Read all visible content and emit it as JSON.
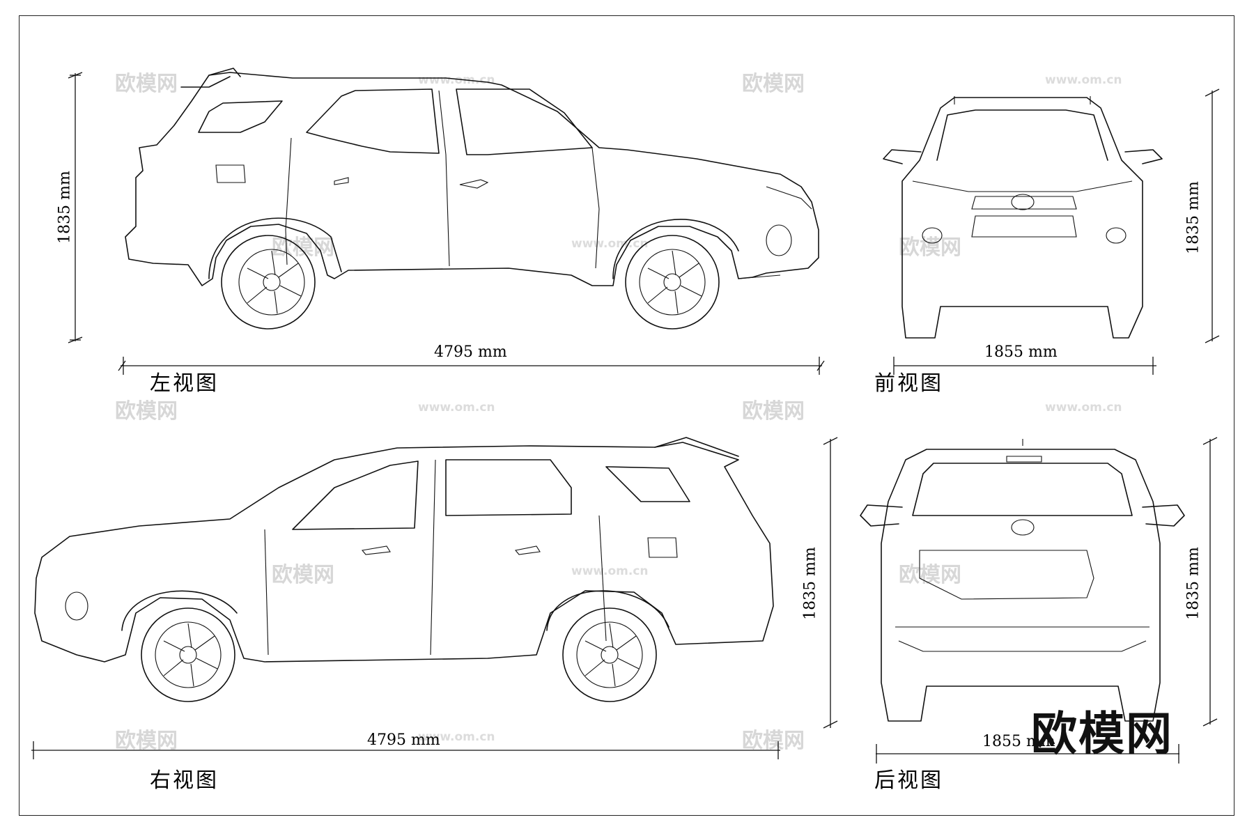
{
  "views": {
    "left": {
      "label": "左视图",
      "width_dim": "4795 mm",
      "height_dim": "1835 mm"
    },
    "front": {
      "label": "前视图",
      "width_dim": "1855 mm",
      "height_dim": "1835 mm"
    },
    "right": {
      "label": "右视图",
      "width_dim": "4795 mm",
      "height_dim": "1835 mm"
    },
    "rear": {
      "label": "后视图",
      "width_dim": "1855 mm",
      "height_dim": "1835 mm"
    }
  },
  "watermark": {
    "text": "欧模网",
    "url": "www.om.cn"
  },
  "brand": "欧模网",
  "colors": {
    "line": "#111111",
    "watermark": "#d7d7d7",
    "background": "#ffffff"
  }
}
